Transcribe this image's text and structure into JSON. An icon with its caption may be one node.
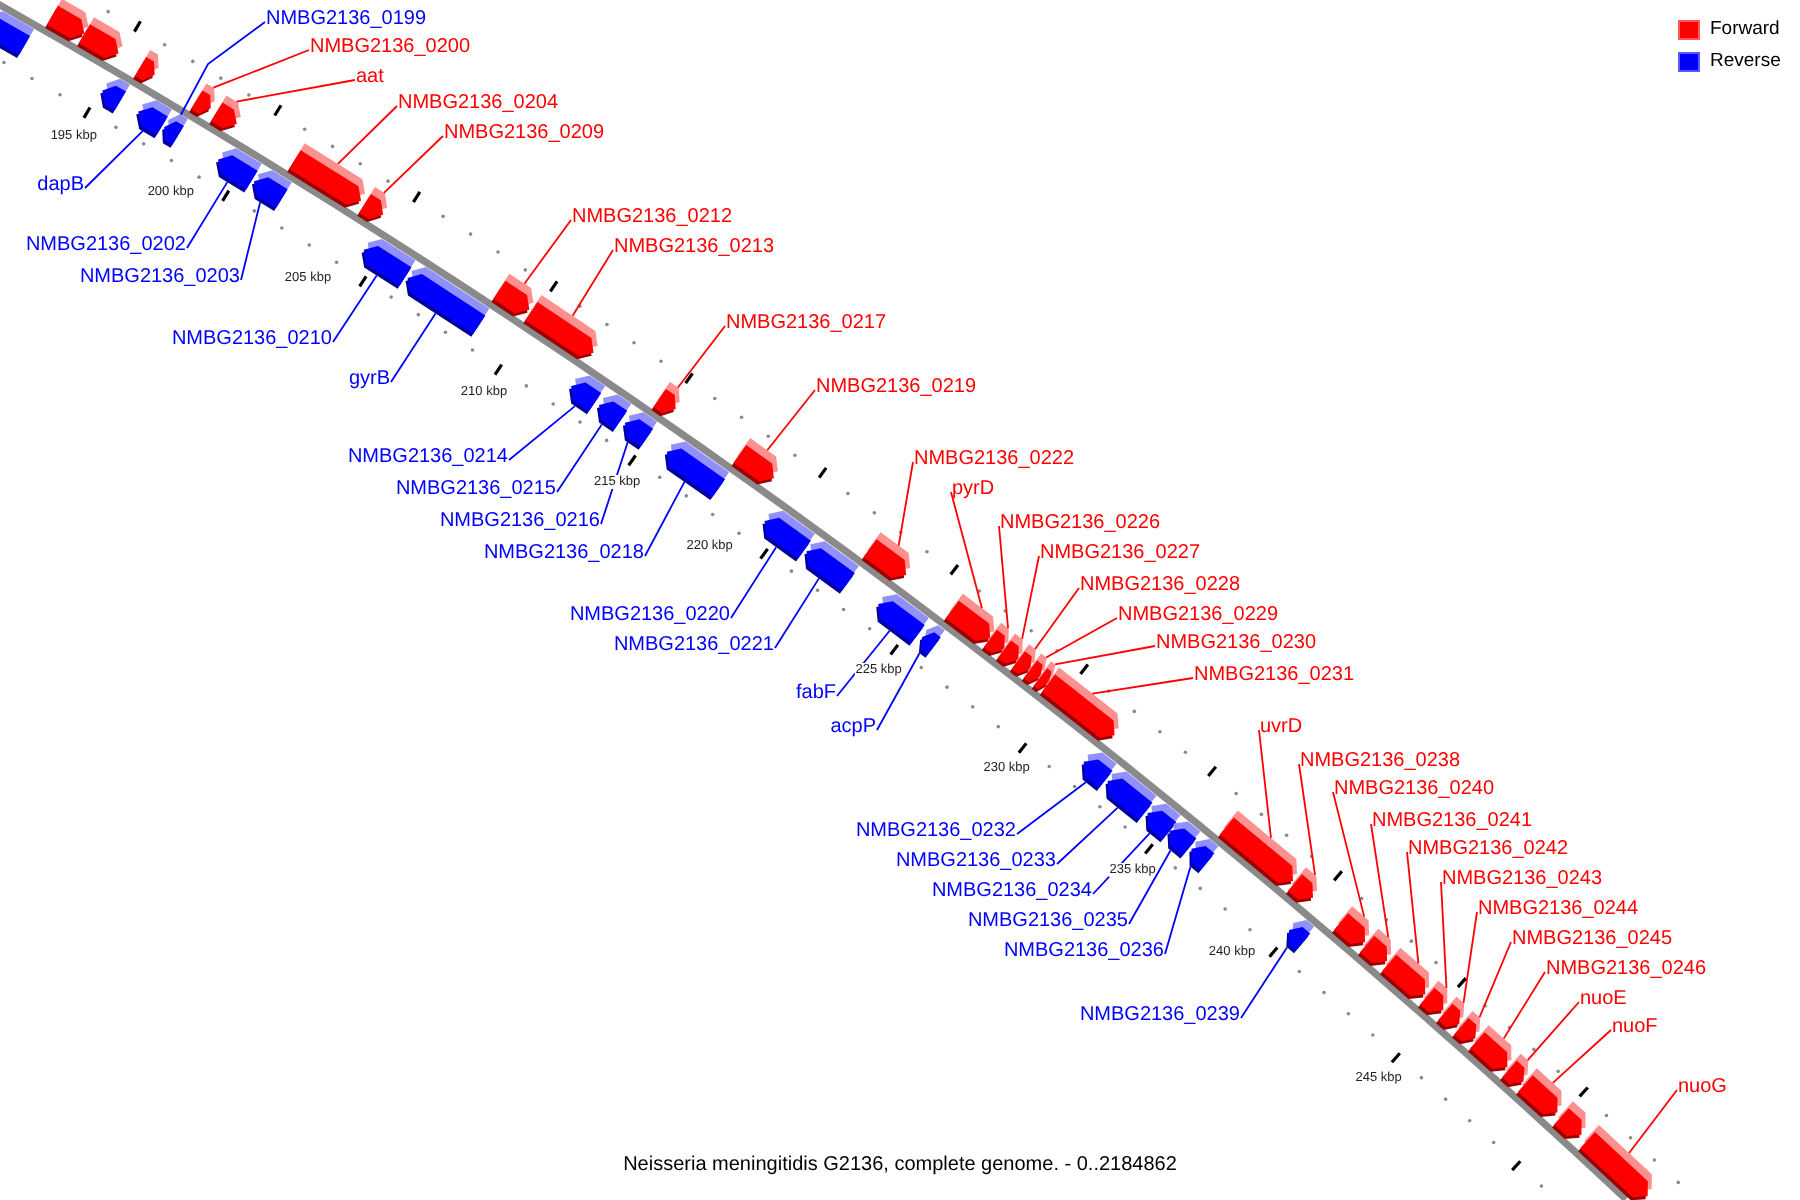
{
  "diagram": {
    "caption": "Neisseria meningitidis G2136, complete genome. - 0..2184862",
    "nodes": [
      {
        "text": [],
        "shape": "block"
      },
      {
        "text": [],
        "shape": "block"
      },
      {
        "text": [],
        "shape": "block"
      },
      {
        "text": [],
        "shape": "block"
      },
      {
        "text": [],
        "shape": "block"
      },
      {
        "text": [
          "dapB"
        ]
      },
      {
        "text": [],
        "shape": "block"
      },
      {
        "text": [
          "NMBG2136_0199"
        ]
      },
      {
        "text": [],
        "shape": "block"
      },
      {
        "text": [
          "NMBG2136_0200"
        ]
      },
      {
        "text": [],
        "shape": "block"
      },
      {
        "text": [
          "aat"
        ]
      },
      {
        "text": [],
        "shape": "block"
      },
      {
        "text": [
          "NMBG2136_0202"
        ]
      },
      {
        "text": [],
        "shape": "block"
      },
      {
        "text": [
          "NMBG2136_0203"
        ]
      },
      {
        "text": [],
        "shape": "block"
      },
      {
        "text": [
          "NMBG2136_0204"
        ]
      },
      {
        "text": [],
        "shape": "block"
      },
      {
        "text": [
          "NMBG2136_0209"
        ]
      },
      {
        "text": [],
        "shape": "block"
      },
      {
        "text": [
          "NMBG2136_0210"
        ]
      },
      {
        "text": [],
        "shape": "block"
      },
      {
        "text": [
          "gyrB"
        ]
      },
      {
        "text": [],
        "shape": "block"
      },
      {
        "text": [
          "NMBG2136_0212"
        ]
      },
      {
        "text": [],
        "shape": "block"
      },
      {
        "text": [
          "NMBG2136_0213"
        ]
      },
      {
        "text": [],
        "shape": "block"
      },
      {
        "text": [
          "NMBG2136_0214"
        ]
      },
      {
        "text": [],
        "shape": "block"
      },
      {
        "text": [
          "NMBG2136_0215"
        ]
      },
      {
        "text": [],
        "shape": "block"
      },
      {
        "text": [
          "NMBG2136_0216"
        ]
      },
      {
        "text": [],
        "shape": "block"
      },
      {
        "text": [
          "NMBG2136_0217"
        ]
      },
      {
        "text": [],
        "shape": "block"
      },
      {
        "text": [
          "NMBG2136_0218"
        ]
      },
      {
        "text": [],
        "shape": "block"
      },
      {
        "text": [
          "NMBG2136_0219"
        ]
      },
      {
        "text": [],
        "shape": "block"
      },
      {
        "text": [
          "NMBG2136_0220"
        ]
      },
      {
        "text": [],
        "shape": "block"
      },
      {
        "text": [
          "NMBG2136_0221"
        ]
      },
      {
        "text": [],
        "shape": "block"
      },
      {
        "text": [
          "NMBG2136_0222"
        ]
      },
      {
        "text": [],
        "shape": "block"
      },
      {
        "text": [
          "fabF"
        ]
      },
      {
        "text": [],
        "shape": "block"
      },
      {
        "text": [
          "acpP"
        ]
      },
      {
        "text": [],
        "shape": "block"
      },
      {
        "text": [
          "pyrD"
        ]
      },
      {
        "text": [],
        "shape": "block"
      },
      {
        "text": [
          "NMBG2136_0226"
        ]
      },
      {
        "text": [],
        "shape": "block"
      },
      {
        "text": [
          "NMBG2136_0227"
        ]
      },
      {
        "text": [],
        "shape": "block"
      },
      {
        "text": [
          "NMBG2136_0228"
        ]
      },
      {
        "text": [],
        "shape": "block"
      },
      {
        "text": [
          "NMBG2136_0229"
        ]
      },
      {
        "text": [],
        "shape": "block"
      },
      {
        "text": [
          "NMBG2136_0230"
        ]
      },
      {
        "text": [],
        "shape": "block"
      },
      {
        "text": [
          "NMBG2136_0231"
        ]
      },
      {
        "text": [],
        "shape": "block"
      },
      {
        "text": [
          "NMBG2136_0232"
        ]
      },
      {
        "text": [],
        "shape": "block"
      },
      {
        "text": [
          "NMBG2136_0233"
        ]
      },
      {
        "text": [],
        "shape": "block"
      },
      {
        "text": [
          "NMBG2136_0234"
        ]
      },
      {
        "text": [],
        "shape": "block"
      },
      {
        "text": [
          "NMBG2136_0235"
        ]
      },
      {
        "text": [],
        "shape": "block"
      },
      {
        "text": [
          "NMBG2136_0236"
        ]
      },
      {
        "text": [],
        "shape": "block"
      },
      {
        "text": [
          "uvrD"
        ]
      },
      {
        "text": [],
        "shape": "block"
      },
      {
        "text": [
          "NMBG2136_0238"
        ]
      },
      {
        "text": [],
        "shape": "block"
      },
      {
        "text": [
          "NMBG2136_0239"
        ]
      },
      {
        "text": [],
        "shape": "block"
      },
      {
        "text": [
          "NMBG2136_0240"
        ]
      },
      {
        "text": [],
        "shape": "block"
      },
      {
        "text": [
          "NMBG2136_0241"
        ]
      },
      {
        "text": [],
        "shape": "block"
      },
      {
        "text": [
          "NMBG2136_0242"
        ]
      },
      {
        "text": [],
        "shape": "block"
      },
      {
        "text": [
          "NMBG2136_0243"
        ]
      },
      {
        "text": [],
        "shape": "block"
      },
      {
        "text": [
          "NMBG2136_0244"
        ]
      },
      {
        "text": [],
        "shape": "block"
      },
      {
        "text": [
          "NMBG2136_0245"
        ]
      },
      {
        "text": [],
        "shape": "block"
      },
      {
        "text": [
          "NMBG2136_0246"
        ]
      },
      {
        "text": [],
        "shape": "block"
      },
      {
        "text": [
          "nuoE"
        ]
      },
      {
        "text": [],
        "shape": "block"
      },
      {
        "text": [
          "nuoF"
        ]
      },
      {
        "text": [],
        "shape": "block"
      },
      {
        "text": [],
        "shape": "block"
      },
      {
        "text": [
          "nuoG"
        ]
      },
      {
        "text": [],
        "shape": "block"
      }
    ],
    "edges": [
      {
        "from": 5,
        "to": 6,
        "arrow": "none",
        "color": "#0000ff"
      },
      {
        "from": 7,
        "to": 8,
        "arrow": "none",
        "color": "#0000ff"
      },
      {
        "from": 9,
        "to": 10,
        "arrow": "none"
      },
      {
        "from": 11,
        "to": 12,
        "arrow": "none"
      },
      {
        "from": 13,
        "to": 14,
        "arrow": "none",
        "color": "#0000ff"
      },
      {
        "from": 15,
        "to": 16,
        "arrow": "none",
        "color": "#0000ff"
      },
      {
        "from": 17,
        "to": 18,
        "arrow": "none"
      },
      {
        "from": 19,
        "to": 20,
        "arrow": "none"
      },
      {
        "from": 21,
        "to": 22,
        "arrow": "none",
        "color": "#0000ff"
      },
      {
        "from": 23,
        "to": 24,
        "arrow": "none",
        "color": "#0000ff"
      },
      {
        "from": 25,
        "to": 26,
        "arrow": "none"
      },
      {
        "from": 27,
        "to": 28,
        "arrow": "none"
      },
      {
        "from": 29,
        "to": 30,
        "arrow": "none",
        "color": "#0000ff"
      },
      {
        "from": 31,
        "to": 32,
        "arrow": "none",
        "color": "#0000ff"
      },
      {
        "from": 33,
        "to": 34,
        "arrow": "none",
        "color": "#0000ff"
      },
      {
        "from": 35,
        "to": 36,
        "arrow": "none"
      },
      {
        "from": 37,
        "to": 38,
        "arrow": "none",
        "color": "#0000ff"
      },
      {
        "from": 39,
        "to": 40,
        "arrow": "none"
      },
      {
        "from": 41,
        "to": 42,
        "arrow": "none",
        "color": "#0000ff"
      },
      {
        "from": 43,
        "to": 44,
        "arrow": "none",
        "color": "#0000ff"
      },
      {
        "from": 45,
        "to": 46,
        "arrow": "none"
      },
      {
        "from": 47,
        "to": 48,
        "arrow": "none",
        "color": "#0000ff"
      },
      {
        "from": 49,
        "to": 50,
        "arrow": "none",
        "color": "#0000ff"
      },
      {
        "from": 51,
        "to": 52,
        "arrow": "none"
      },
      {
        "from": 53,
        "to": 54,
        "arrow": "none"
      },
      {
        "from": 55,
        "to": 56,
        "arrow": "none"
      },
      {
        "from": 57,
        "to": 58,
        "arrow": "none"
      },
      {
        "from": 59,
        "to": 60,
        "arrow": "none"
      },
      {
        "from": 61,
        "to": 62,
        "arrow": "none"
      },
      {
        "from": 63,
        "to": 64,
        "arrow": "none"
      },
      {
        "from": 65,
        "to": 66,
        "arrow": "none",
        "color": "#0000ff"
      },
      {
        "from": 67,
        "to": 68,
        "arrow": "none",
        "color": "#0000ff"
      },
      {
        "from": 69,
        "to": 70,
        "arrow": "none",
        "color": "#0000ff"
      },
      {
        "from": 71,
        "to": 72,
        "arrow": "none",
        "color": "#0000ff"
      },
      {
        "from": 73,
        "to": 74,
        "arrow": "none",
        "color": "#0000ff"
      },
      {
        "from": 75,
        "to": 76,
        "arrow": "none"
      },
      {
        "from": 77,
        "to": 78,
        "arrow": "none"
      },
      {
        "from": 79,
        "to": 80,
        "arrow": "none",
        "color": "#0000ff"
      },
      {
        "from": 81,
        "to": 82,
        "arrow": "none"
      },
      {
        "from": 83,
        "to": 84,
        "arrow": "none"
      },
      {
        "from": 85,
        "to": 86,
        "arrow": "none"
      },
      {
        "from": 87,
        "to": 88,
        "arrow": "none"
      },
      {
        "from": 89,
        "to": 90,
        "arrow": "none"
      },
      {
        "from": 91,
        "to": 92,
        "arrow": "none"
      },
      {
        "from": 93,
        "to": 94,
        "arrow": "none"
      },
      {
        "from": 95,
        "to": 96,
        "arrow": "none"
      },
      {
        "from": 97,
        "to": 98,
        "arrow": "none"
      },
      {
        "from": 100,
        "to": 101,
        "arrow": "none"
      }
    ],
    "labels": [
      "195 kbp",
      "200 kbp",
      "205 kbp",
      "210 kbp",
      "215 kbp",
      "220 kbp",
      "225 kbp",
      "230 kbp",
      "235 kbp",
      "240 kbp",
      "245 kbp"
    ],
    "legend": [
      {
        "text": "Forward",
        "color": "#ff0000"
      },
      {
        "text": "Reverse",
        "color": "#0000ff"
      }
    ]
  }
}
